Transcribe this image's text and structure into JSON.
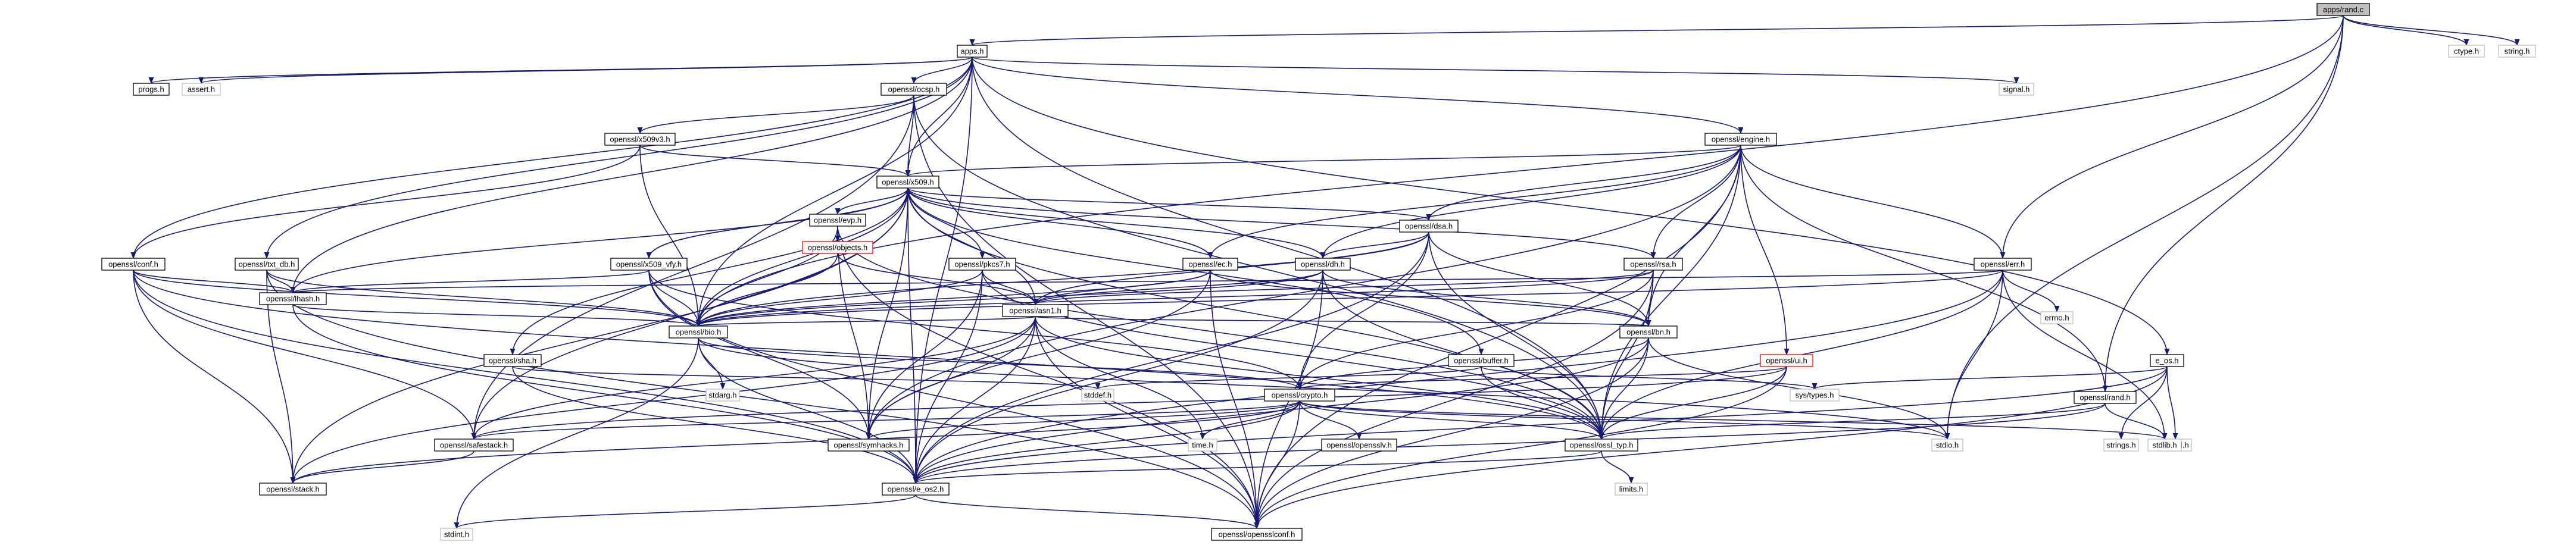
{
  "graph": {
    "root": "apps/rand.c",
    "nodes": [
      {
        "id": "rand_c",
        "label": "apps/rand.c"
      },
      {
        "id": "apps_h",
        "label": "apps.h"
      },
      {
        "id": "ctype_h",
        "label": "ctype.h"
      },
      {
        "id": "string_h",
        "label": "string.h"
      },
      {
        "id": "progs_h",
        "label": "progs.h"
      },
      {
        "id": "assert_h",
        "label": "assert.h"
      },
      {
        "id": "ocsp_h",
        "label": "openssl/ocsp.h"
      },
      {
        "id": "signal_h",
        "label": "signal.h"
      },
      {
        "id": "engine_h",
        "label": "openssl/engine.h"
      },
      {
        "id": "x509v3_h",
        "label": "openssl/x509v3.h"
      },
      {
        "id": "x509_h",
        "label": "openssl/x509.h"
      },
      {
        "id": "evp_h",
        "label": "openssl/evp.h"
      },
      {
        "id": "objects_h",
        "label": "openssl/objects.h"
      },
      {
        "id": "pkcs7_h",
        "label": "openssl/pkcs7.h"
      },
      {
        "id": "x509_vfy_h",
        "label": "openssl/x509_vfy.h"
      },
      {
        "id": "ec_h",
        "label": "openssl/ec.h"
      },
      {
        "id": "dh_h",
        "label": "openssl/dh.h"
      },
      {
        "id": "dsa_h",
        "label": "openssl/dsa.h"
      },
      {
        "id": "rsa_h",
        "label": "openssl/rsa.h"
      },
      {
        "id": "err_h",
        "label": "openssl/err.h"
      },
      {
        "id": "errno_h",
        "label": "errno.h"
      },
      {
        "id": "conf_h",
        "label": "openssl/conf.h"
      },
      {
        "id": "txt_db_h",
        "label": "openssl/txt_db.h"
      },
      {
        "id": "lhash_h",
        "label": "openssl/lhash.h"
      },
      {
        "id": "asn1_h",
        "label": "openssl/asn1.h"
      },
      {
        "id": "sha_h",
        "label": "openssl/sha.h"
      },
      {
        "id": "bio_h",
        "label": "openssl/bio.h"
      },
      {
        "id": "buffer_h",
        "label": "openssl/buffer.h"
      },
      {
        "id": "bn_h",
        "label": "openssl/bn.h"
      },
      {
        "id": "ui_h",
        "label": "openssl/ui.h"
      },
      {
        "id": "e_os_h",
        "label": "e_os.h"
      },
      {
        "id": "rand_h",
        "label": "openssl/rand.h"
      },
      {
        "id": "stdarg_h",
        "label": "stdarg.h"
      },
      {
        "id": "stddef_h",
        "label": "stddef.h"
      },
      {
        "id": "crypto_h",
        "label": "openssl/crypto.h"
      },
      {
        "id": "systypes_h",
        "label": "sys/types.h"
      },
      {
        "id": "strings_h",
        "label": "strings.h"
      },
      {
        "id": "unistd_h",
        "label": "unistd.h"
      },
      {
        "id": "safestack_h",
        "label": "openssl/safestack.h"
      },
      {
        "id": "time_h",
        "label": "time.h"
      },
      {
        "id": "opensslv_h",
        "label": "openssl/opensslv.h"
      },
      {
        "id": "symhacks_h",
        "label": "openssl/symhacks.h"
      },
      {
        "id": "ossl_typ_h",
        "label": "openssl/ossl_typ.h"
      },
      {
        "id": "stdio_h",
        "label": "stdio.h"
      },
      {
        "id": "stdlib_h",
        "label": "stdlib.h"
      },
      {
        "id": "stack_h",
        "label": "openssl/stack.h"
      },
      {
        "id": "e_os2_h",
        "label": "openssl/e_os2.h"
      },
      {
        "id": "limits_h",
        "label": "limits.h"
      },
      {
        "id": "stdint_h",
        "label": "stdint.h"
      },
      {
        "id": "opensslconf_h",
        "label": "openssl/opensslconf.h"
      }
    ]
  },
  "colors": {
    "edge": "#191970",
    "root_fill": "#bfbfbf",
    "external_border": "#bfbfbf",
    "undocumented_border": "#ff0000"
  }
}
